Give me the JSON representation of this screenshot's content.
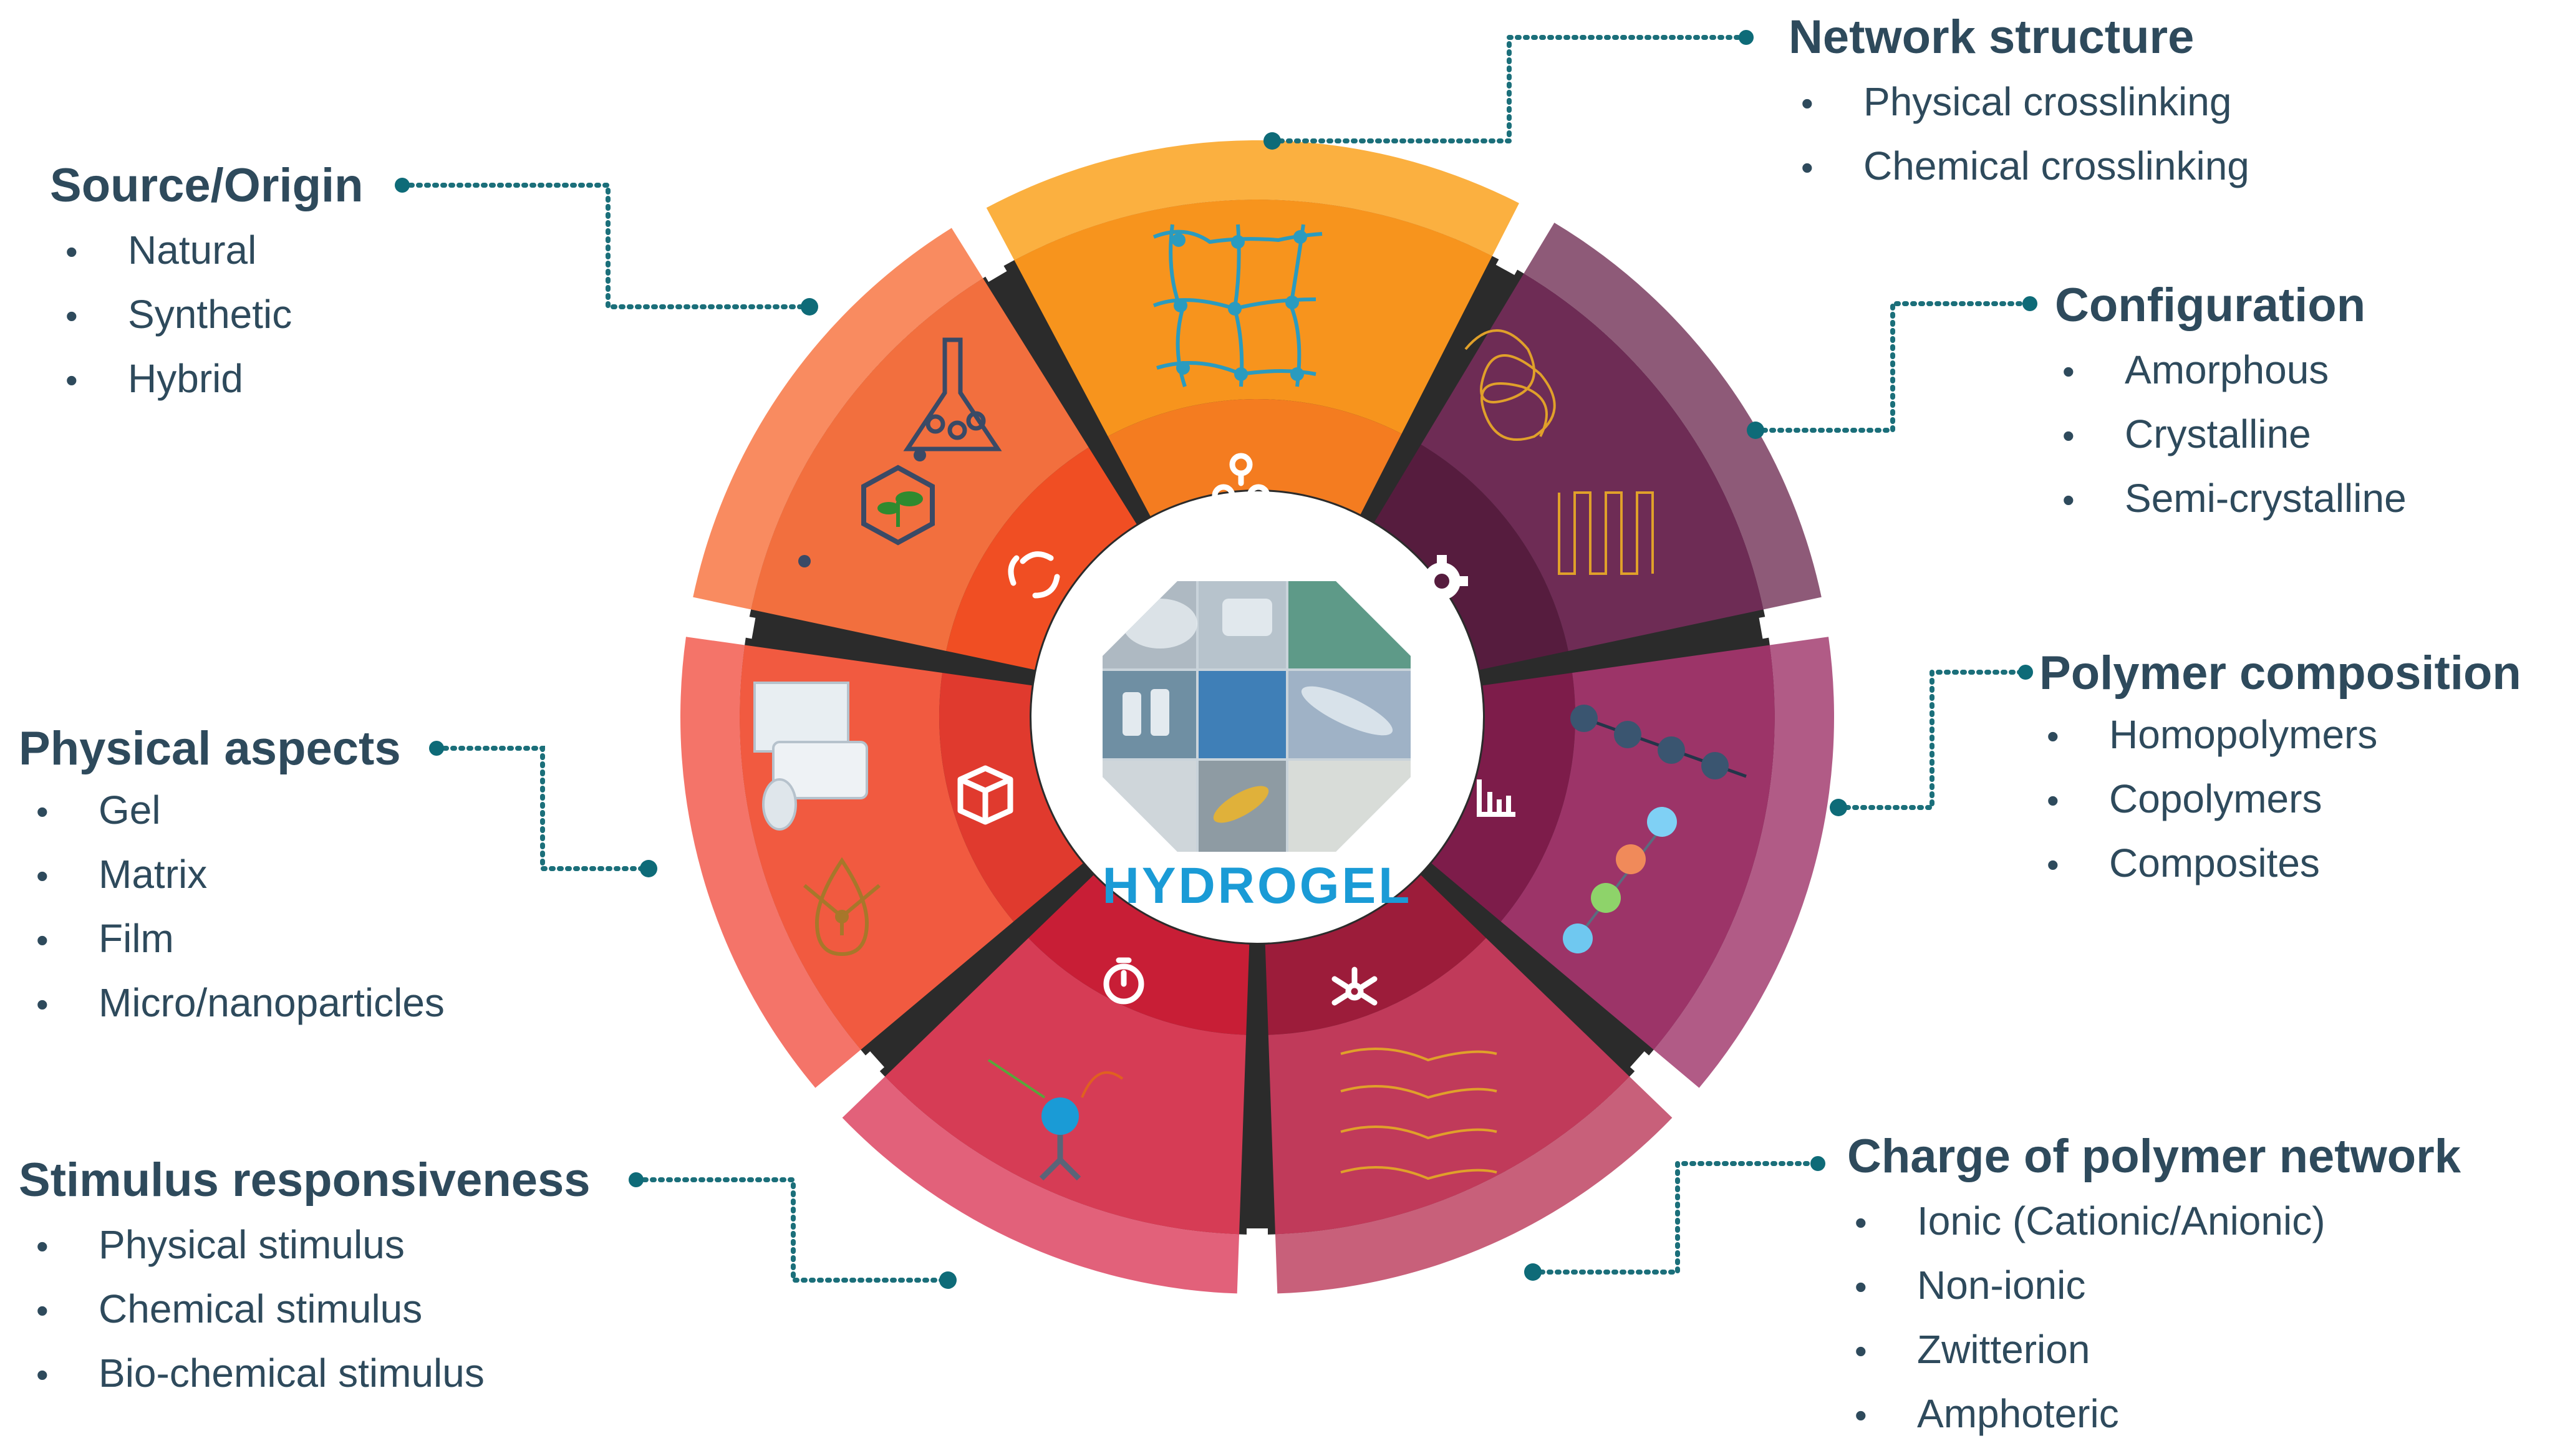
{
  "center": {
    "label": "HYDROGEL"
  },
  "categories": [
    {
      "id": "source",
      "title": "Source/Origin",
      "items": [
        "Natural",
        "Synthetic",
        "Hybrid"
      ]
    },
    {
      "id": "network",
      "title": "Network structure",
      "items": [
        "Physical crosslinking",
        "Chemical crosslinking"
      ]
    },
    {
      "id": "config",
      "title": "Configuration",
      "items": [
        "Amorphous",
        "Crystalline",
        "Semi-crystalline"
      ]
    },
    {
      "id": "polymer",
      "title": "Polymer composition",
      "items": [
        "Homopolymers",
        "Copolymers",
        "Composites"
      ]
    },
    {
      "id": "charge",
      "title": "Charge of polymer network",
      "items": [
        "Ionic (Cationic/Anionic)",
        "Non-ionic",
        "Zwitterion",
        "Amphoteric"
      ]
    },
    {
      "id": "stimulus",
      "title": "Stimulus responsiveness",
      "items": [
        "Physical stimulus",
        "Chemical stimulus",
        "Bio-chemical stimulus"
      ]
    },
    {
      "id": "physical",
      "title": "Physical aspects",
      "items": [
        "Gel",
        "Matrix",
        "Film",
        "Micro/nanoparticles"
      ]
    }
  ],
  "bullet_glyph": "•",
  "segment_colors": {
    "network": {
      "outer": "#fbb040",
      "mid": "#f7941d",
      "inner": "#f47c20"
    },
    "config": {
      "outer": "#8e5a78",
      "mid": "#6e2c55",
      "inner": "#561c3e"
    },
    "polymer": {
      "outer": "#b15b86",
      "mid": "#9c3468",
      "inner": "#7d1c4a"
    },
    "charge": {
      "outer": "#c8607a",
      "mid": "#c03a5a",
      "inner": "#9c1c3a"
    },
    "stimulus": {
      "outer": "#e2617a",
      "mid": "#d63c55",
      "inner": "#c81e36"
    },
    "physical": {
      "outer": "#f47469",
      "mid": "#f15a40",
      "inner": "#e03a2e"
    },
    "source": {
      "outer": "#f98b60",
      "mid": "#f26f3e",
      "inner": "#f04e23"
    }
  },
  "icons": {
    "source": [
      "flask-icon",
      "molecule-leaf-icon",
      "cycle-arrows-icon"
    ],
    "network": [
      "crosslinked-network-icon",
      "tri-link-icon"
    ],
    "config": [
      "tangled-chain-icon",
      "folded-chain-icon",
      "gear-icon"
    ],
    "polymer": [
      "bead-chain-icon",
      "colored-bead-chain-icon",
      "bar-chart-icon"
    ],
    "charge": [
      "charged-chains-icon",
      "nodes-icon"
    ],
    "stimulus": [
      "receptor-icon",
      "stopwatch-icon"
    ],
    "physical": [
      "film-rolls-icon",
      "droplet-molecule-icon",
      "box-icon"
    ]
  }
}
